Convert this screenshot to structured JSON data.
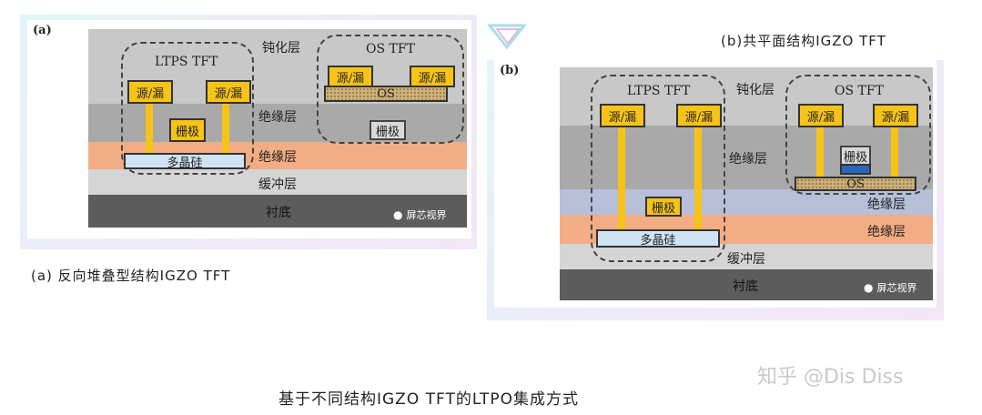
{
  "panel_a": {
    "tag": "(a)",
    "caption": "(a) 反向堆叠型结构IGZO TFT",
    "ltps_title": "LTPS TFT",
    "os_title": "OS TFT",
    "passivation": "钝化层",
    "insulator_1": "绝缘层",
    "insulator_2": "绝缘层",
    "buffer": "缓冲层",
    "substrate": "衬底",
    "src_drain_1": "源/漏",
    "src_drain_2": "源/漏",
    "src_drain_3": "源/漏",
    "src_drain_4": "源/漏",
    "gate_ltps": "栅极",
    "gate_os": "栅极",
    "poly_si": "多晶硅",
    "os": "OS",
    "watermark": "屏芯视界"
  },
  "panel_b": {
    "tag": "(b)",
    "caption": "(b)共平面结构IGZO TFT",
    "ltps_title": "LTPS TFT",
    "os_title": "OS TFT",
    "passivation": "钝化层",
    "insulator_1": "绝缘层",
    "insulator_2": "绝缘层",
    "insulator_3": "绝缘层",
    "buffer": "缓冲层",
    "substrate": "衬底",
    "src_drain_1": "源/漏",
    "src_drain_2": "源/漏",
    "src_drain_3": "源/漏",
    "src_drain_4": "源/漏",
    "gate_ltps": "栅极",
    "gate_os": "栅极",
    "poly_si": "多晶硅",
    "os": "OS",
    "watermark": "屏芯视界"
  },
  "footer": {
    "title": "基于不同结构IGZO TFT的LTPO集成方式",
    "zhihu_watermark": "知乎 @Dis Diss"
  },
  "colors": {
    "passivation": "#c8c8c8",
    "insulator": "#a9a9a9",
    "insulator_orange": "#f2ad84",
    "insulator_blue": "#b7bfd9",
    "buffer": "#d5d5d5",
    "substrate": "#5c5c5c",
    "metal": "#f7c317",
    "poly_si": "#cfe3f4",
    "os": "#cdb079"
  }
}
